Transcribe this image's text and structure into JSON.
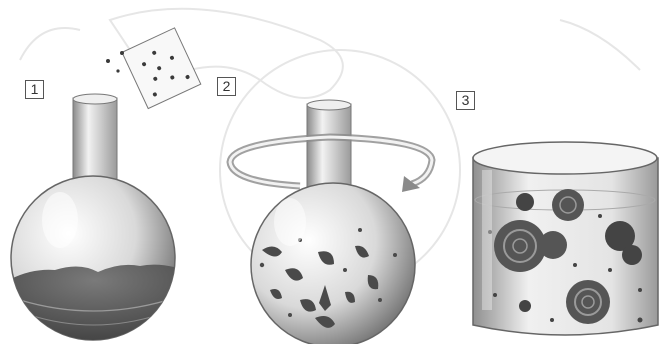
{
  "steps": [
    {
      "label": "1"
    },
    {
      "label": "2"
    },
    {
      "label": "3"
    }
  ],
  "colors": {
    "glass_light": "#f4f4f4",
    "glass_dark": "#6a6a6a",
    "liquid_dark": "#4a4a4a",
    "particle": "#3a3a3a",
    "watermark": "#e2e2e2",
    "outline": "#555555"
  },
  "icons": {
    "flask": "round-bottom-flask-icon",
    "swirl": "rotation-arrow-icon",
    "beaker": "beaker-icon",
    "powder": "powder-packet-icon"
  }
}
